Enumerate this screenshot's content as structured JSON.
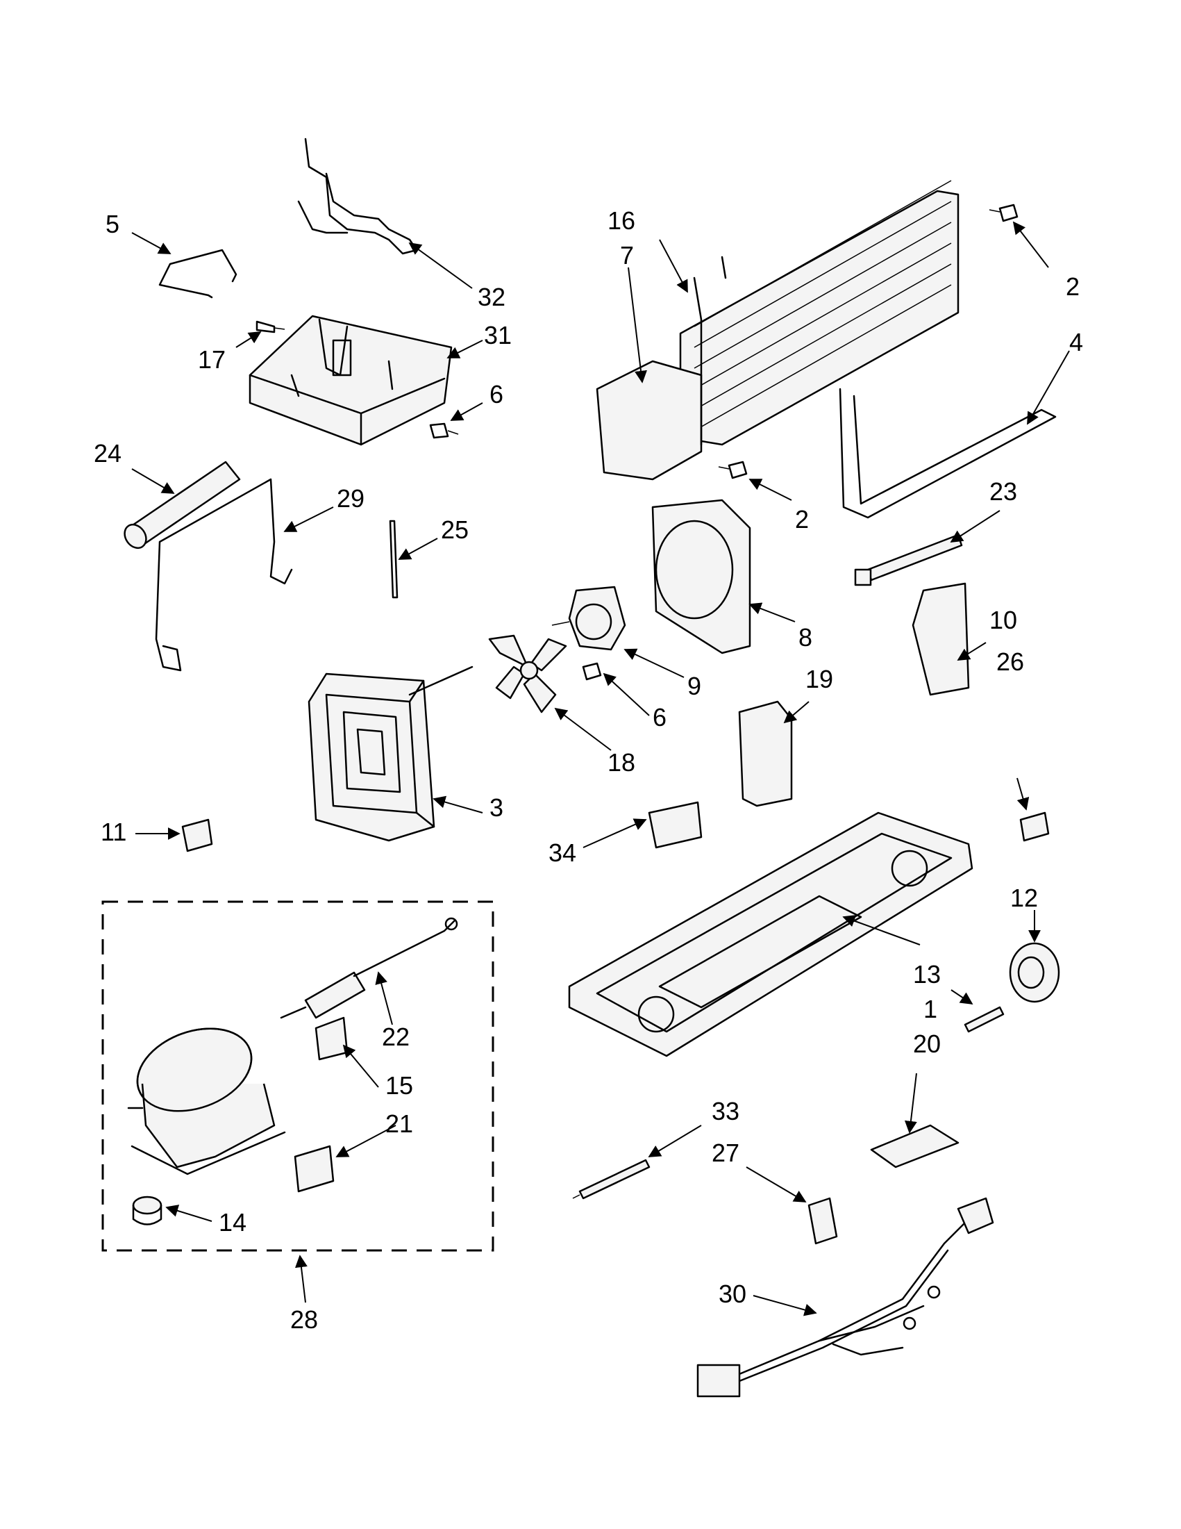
{
  "diagram": {
    "type": "exploded-parts-diagram",
    "callouts": [
      "1",
      "2",
      "2",
      "3",
      "4",
      "5",
      "6",
      "6",
      "7",
      "8",
      "9",
      "10",
      "11",
      "12",
      "13",
      "14",
      "15",
      "16",
      "17",
      "18",
      "19",
      "20",
      "21",
      "22",
      "23",
      "24",
      "25",
      "26",
      "27",
      "28",
      "29",
      "30",
      "31",
      "32",
      "33",
      "34"
    ]
  }
}
